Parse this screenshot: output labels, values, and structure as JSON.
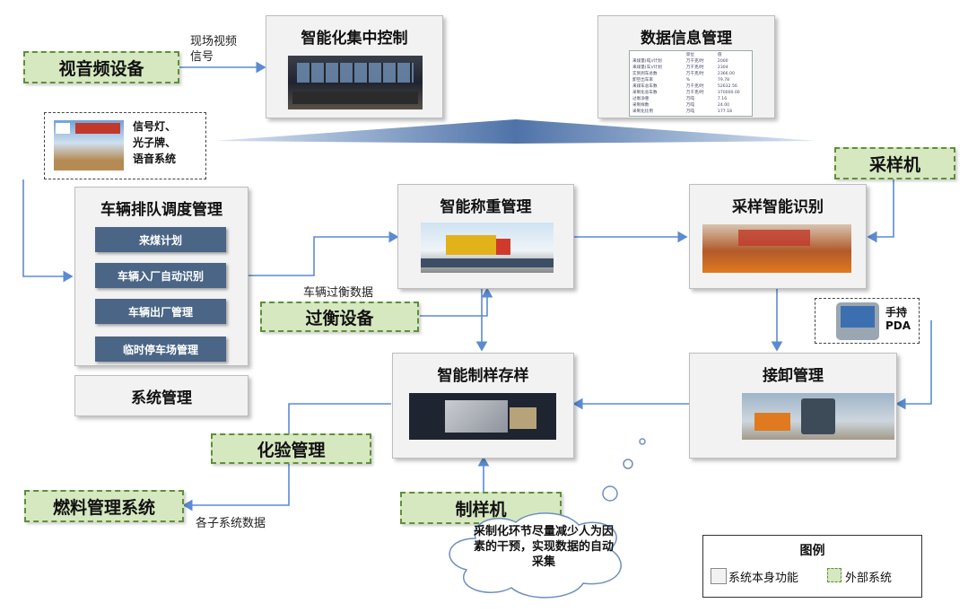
{
  "top": {
    "central_control": "智能化集中控制",
    "data_info": "数据信息管理"
  },
  "external": {
    "av_device": "视音频设备",
    "sampler_machine": "采样机",
    "weighing_device": "过衡设备",
    "lab_management": "化验管理",
    "fuel_system": "燃料管理系统",
    "sample_maker": "制样机"
  },
  "labels": {
    "video_signal": "现场视频\n信号",
    "signals_line1": "信号灯、",
    "signals_line2": "光子牌、",
    "signals_line3": "语音系统",
    "vehicle_weigh_data": "车辆过衡数据",
    "subsystem_data": "各子系统数据",
    "pda": "手持\nPDA"
  },
  "modules": {
    "queue_title": "车辆排队调度管理",
    "queue_items": [
      "来煤计划",
      "车辆入厂自动识别",
      "车辆出厂管理",
      "临时停车场管理"
    ],
    "system_mgmt": "系统管理",
    "smart_weigh": "智能称重管理",
    "sampling_recognition": "采样智能识别",
    "sample_prep_storage": "智能制样存样",
    "unloading": "接卸管理"
  },
  "cloud": "采制化环节尽量减少人为因素的干预，实现数据的自动采集",
  "legend": {
    "title": "图例",
    "own_function": "系统本身功能",
    "external_system": "外部系统"
  },
  "data_table": {
    "header": [
      "",
      "单位",
      "值"
    ],
    "rows": [
      [
        "来煤量(吨)/计划",
        "万千克/时",
        "2000"
      ],
      [
        "来煤量(车)/计划",
        "万千克/时",
        "2304"
      ],
      [
        "实到到车总数",
        "万千克/时",
        "2366.00"
      ],
      [
        "卸空出车率",
        "%",
        "79.78"
      ],
      [
        "来煤车总车数",
        "万千克/时",
        "52632.56"
      ],
      [
        "采制化总车数",
        "万千克/时",
        "370000.00"
      ],
      [
        "过衡净重",
        "万吨",
        "7.16"
      ],
      [
        "采制样数",
        "万吨",
        "24.00"
      ],
      [
        "采制化比例",
        "万吨",
        "177.18"
      ]
    ]
  }
}
